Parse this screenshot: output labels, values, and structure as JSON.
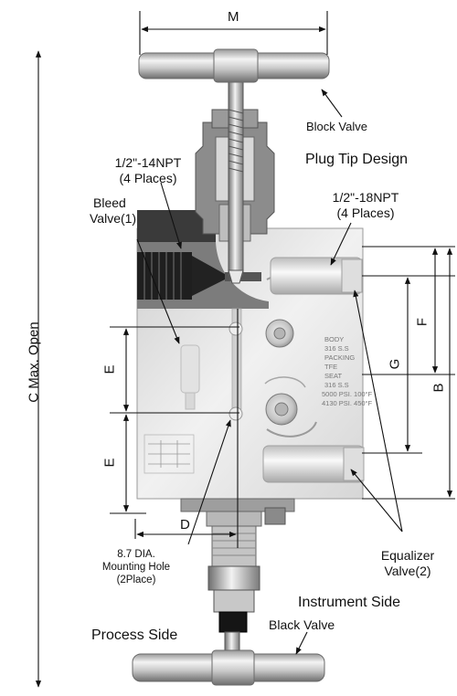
{
  "dimensions": {
    "M": "M",
    "C": "C  Max. Open",
    "E1": "E",
    "E2": "E",
    "D": "D",
    "F": "F",
    "G": "G",
    "B": "B"
  },
  "callouts": {
    "block_valve": "Block Valve",
    "plug_tip": "Plug Tip Design",
    "npt14_line1": "1/2\"-14NPT",
    "npt14_line2": "(4 Places)",
    "npt18_line1": "1/2\"-18NPT",
    "npt18_line2": "(4 Places)",
    "bleed_line1": "Bleed",
    "bleed_line2": "Valve(1)",
    "mount_line1": "8.7 DIA.",
    "mount_line2": "Mounting Hole",
    "mount_line3": "(2Place)",
    "equalizer_line1": "Equalizer",
    "equalizer_line2": "Valve(2)",
    "instrument_side": "Instrument Side",
    "process_side": "Process Side",
    "black_valve": "Black Valve"
  },
  "body_marking": {
    "line1": "BODY",
    "line2": "316  S.S",
    "line3": "PACKING",
    "line4": "TFE",
    "line5": "SEAT",
    "line6": "316  S.S",
    "line7": "5000 PSI. 100°F",
    "line8": "4130 PSI. 450°F"
  },
  "colors": {
    "metal_light": "#e6e6e6",
    "metal_mid": "#bdbdbd",
    "metal_dark": "#7a7a7a",
    "cutaway_dark": "#2a2a2a",
    "line": "#111111"
  }
}
